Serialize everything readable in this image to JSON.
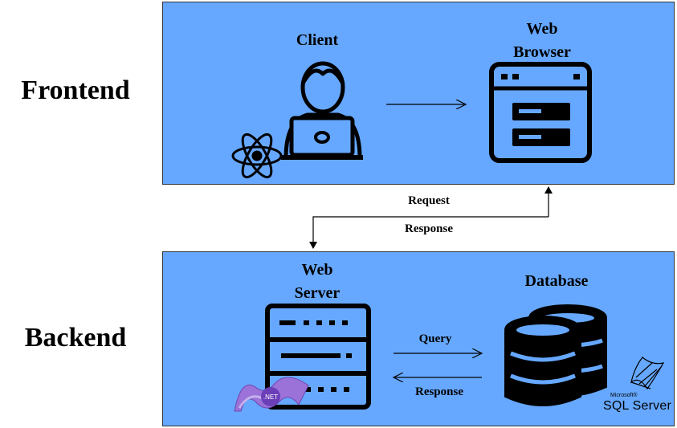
{
  "layers": {
    "frontend": "Frontend",
    "backend": "Backend"
  },
  "nodes": {
    "client": "Client",
    "browser_line1": "Web",
    "browser_line2": "Browser",
    "server_line1": "Web",
    "server_line2": "Server",
    "database": "Database"
  },
  "edges": {
    "request": "Request",
    "response_top": "Response",
    "query": "Query",
    "response_bottom": "Response"
  },
  "logos": {
    "dotnet": ".NET",
    "sql_small": "Microsoft®",
    "sql_big": "SQL Server"
  },
  "icons": [
    "react-icon",
    "developer-icon",
    "browser-window-icon",
    "server-rack-icon",
    "database-icon",
    "dotnet-logo-icon",
    "sql-server-logo-icon"
  ],
  "colors": {
    "panel": "#66a8ff",
    "ink": "#000000"
  }
}
